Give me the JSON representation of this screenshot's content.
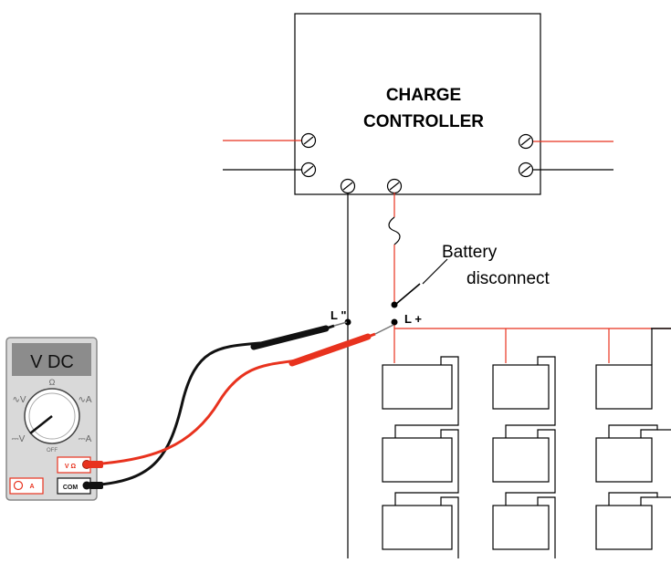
{
  "controller": {
    "title_line1": "CHARGE",
    "title_line2": "CONTROLLER"
  },
  "labels": {
    "battery_disconnect_line1": "Battery",
    "battery_disconnect_line2": "disconnect",
    "load_negative": "L \"",
    "load_positive": "L +"
  },
  "meter": {
    "display": "V DC",
    "ohm_symbol": "Ω",
    "off": "OFF",
    "ac_volts": "∿V",
    "ac_amps": "∿A",
    "dc_volts": "⎓V",
    "dc_amps": "⎓A",
    "jack_vohm": "V Ω",
    "jack_com": "COM",
    "jack_amps": "A"
  },
  "colors": {
    "positive": "#e8321e",
    "negative": "#111111",
    "meter_body": "#d9d9d9",
    "meter_display": "#8c8c8c"
  }
}
